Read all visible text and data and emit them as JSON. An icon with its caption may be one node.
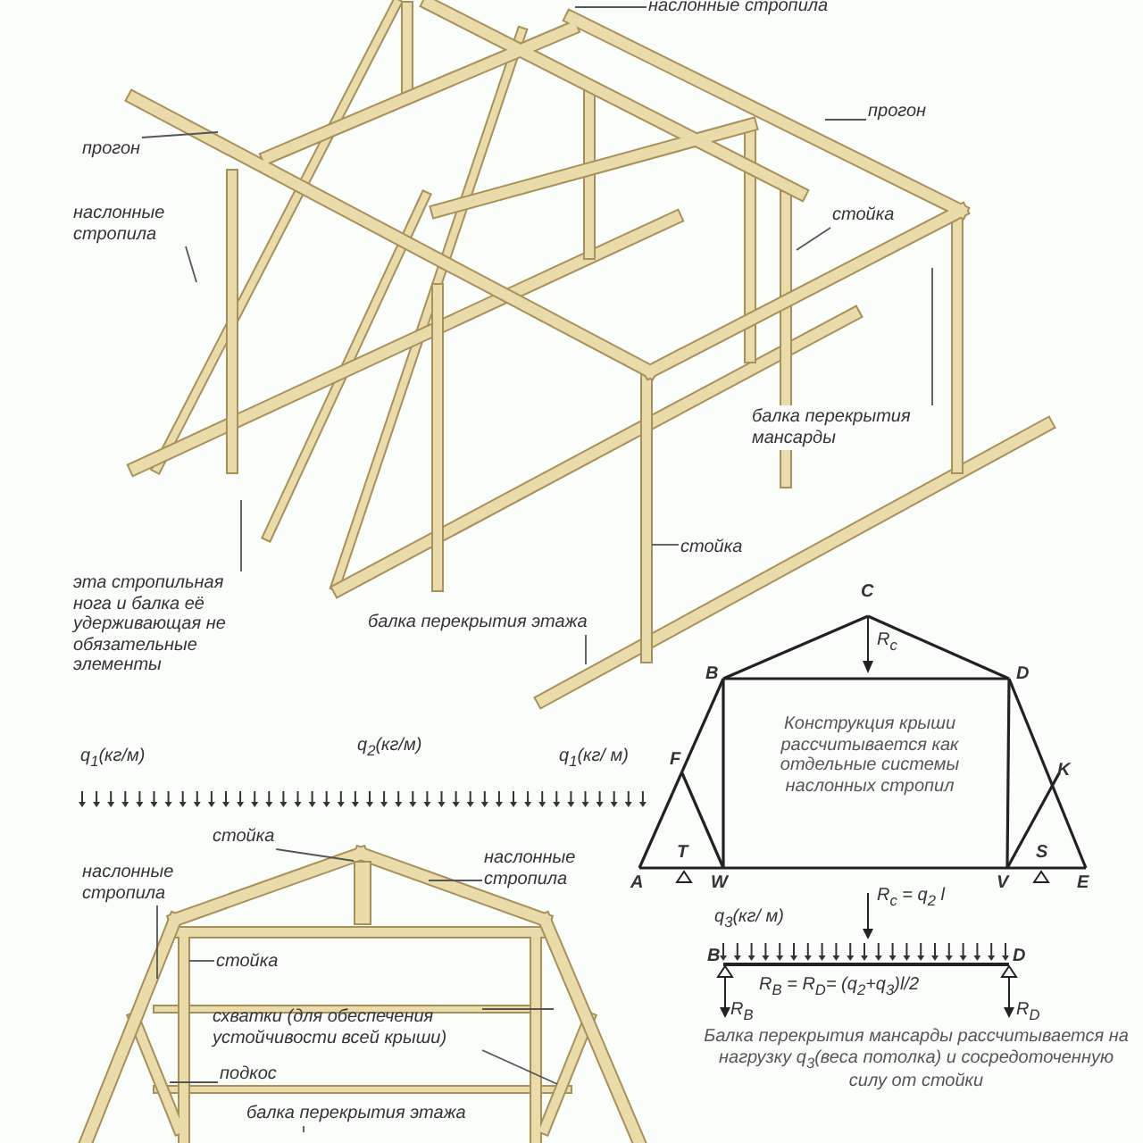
{
  "diagram": {
    "nodes": [
      {
        "text": [
          "наслонные стропила"
        ]
      },
      {
        "text": [
          "прогон"
        ]
      },
      {
        "text": [
          "прогон"
        ]
      },
      {
        "text": [
          "наслонные стропила"
        ]
      },
      {
        "text": [
          "стойка"
        ]
      },
      {
        "text": [
          "балка перекрытия мансарды"
        ]
      },
      {
        "text": [
          "стойка"
        ]
      },
      {
        "text": [
          "эта стропильная нога и балка её удерживающая не обязательные элементы"
        ]
      },
      {
        "text": [
          "балка перекрытия этажа"
        ]
      },
      {
        "text": [
          "стойка"
        ]
      },
      {
        "text": [
          "наслонные стропила"
        ]
      },
      {
        "text": [
          "наслонные стропила"
        ]
      },
      {
        "text": [
          "стойка"
        ]
      },
      {
        "text": [
          "схватки (для обеспечения устойчивости всей крыши)"
        ]
      },
      {
        "text": [
          "подкос"
        ]
      },
      {
        "text": [
          "балка перекрытия этажа"
        ]
      },
      {
        "text": [],
        "shape": "bar"
      }
    ],
    "edges": [
      {
        "from": 0,
        "to": null,
        "arrow": "none"
      },
      {
        "from": 1,
        "to": null,
        "arrow": "none"
      },
      {
        "from": 2,
        "to": null,
        "arrow": "none"
      },
      {
        "from": 3,
        "to": null,
        "arrow": "none"
      },
      {
        "from": 4,
        "to": null,
        "arrow": "none"
      },
      {
        "from": 5,
        "to": null,
        "arrow": "none"
      },
      {
        "from": 6,
        "to": null,
        "arrow": "none"
      },
      {
        "from": 7,
        "to": null,
        "arrow": "none"
      },
      {
        "from": 8,
        "to": null,
        "arrow": "none"
      },
      {
        "from": 9,
        "to": 16,
        "arrow": "none"
      },
      {
        "from": 10,
        "to": null,
        "arrow": "none"
      },
      {
        "from": 11,
        "to": null,
        "arrow": "none"
      },
      {
        "from": 12,
        "to": null,
        "arrow": "none"
      },
      {
        "from": 13,
        "to": null,
        "arrow": "none"
      },
      {
        "from": 13,
        "to": null,
        "arrow": "none"
      },
      {
        "from": 14,
        "to": null,
        "arrow": "none"
      },
      {
        "from": 15,
        "to": null,
        "arrow": "none"
      }
    ],
    "labels": [
      "q$_{1}$(кг/м)",
      "q$_{2}$(кг/м)",
      "q$_{1}$(кг/ м)",
      "C",
      "R$_{c}$",
      "B",
      "D",
      "F",
      "K",
      "Конструкция крыши рассчитывается как отдельные системы наслонных стропил",
      "T",
      "S",
      "A",
      "W",
      "V",
      "E",
      "R$_{c}$ = q$_{2}$ l",
      "q$_{3}$(кг/ м)",
      "B",
      "D",
      "R$_{B}$ = R$_{D}$= (q$_{2}$+q$_{3}$)l/2",
      "R$_{B}$",
      "R$_{D}$",
      "Балка перекрытия мансарды рассчитывается на нагрузку q$_{3}$(веса потолка) и сосредоточенную силу от стойки"
    ]
  }
}
